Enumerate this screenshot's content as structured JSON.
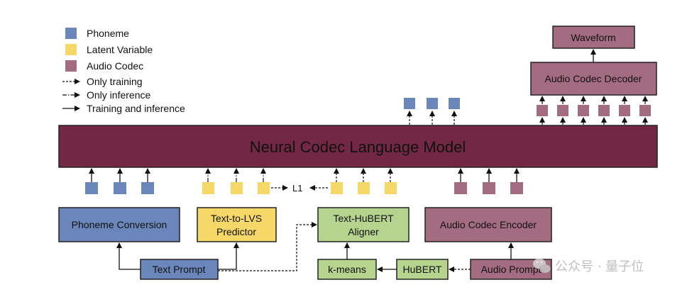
{
  "colors": {
    "phoneme": "#6b86ba",
    "latent": "#f6d868",
    "audio_codec": "#a46c80",
    "main_model": "#722843",
    "green_box": "#b7d48f",
    "border": "#222222",
    "watermark": "#bdbdbd"
  },
  "legend": {
    "phoneme": "Phoneme",
    "latent": "Latent Variable",
    "audio_codec": "Audio Codec",
    "only_training": "Only training",
    "only_inference": "Only inference",
    "training_and_inference": "Training and inference"
  },
  "model": {
    "title": "Neural Codec Language Model"
  },
  "boxes": {
    "waveform": "Waveform",
    "decoder": "Audio Codec Decoder",
    "phoneme_conversion": "Phoneme Conversion",
    "lvs_line1": "Text-to-LVS",
    "lvs_line2": "Predictor",
    "aligner_line1": "Text-HuBERT",
    "aligner_line2": "Aligner",
    "encoder": "Audio Codec Encoder",
    "text_prompt": "Text Prompt",
    "kmeans": "k-means",
    "hubert": "HuBERT",
    "audio_prompt": "Audio Prompt"
  },
  "loss_label": "L1",
  "watermark": {
    "icon": "wechat-icon",
    "text": "公众号 · 量子位"
  }
}
